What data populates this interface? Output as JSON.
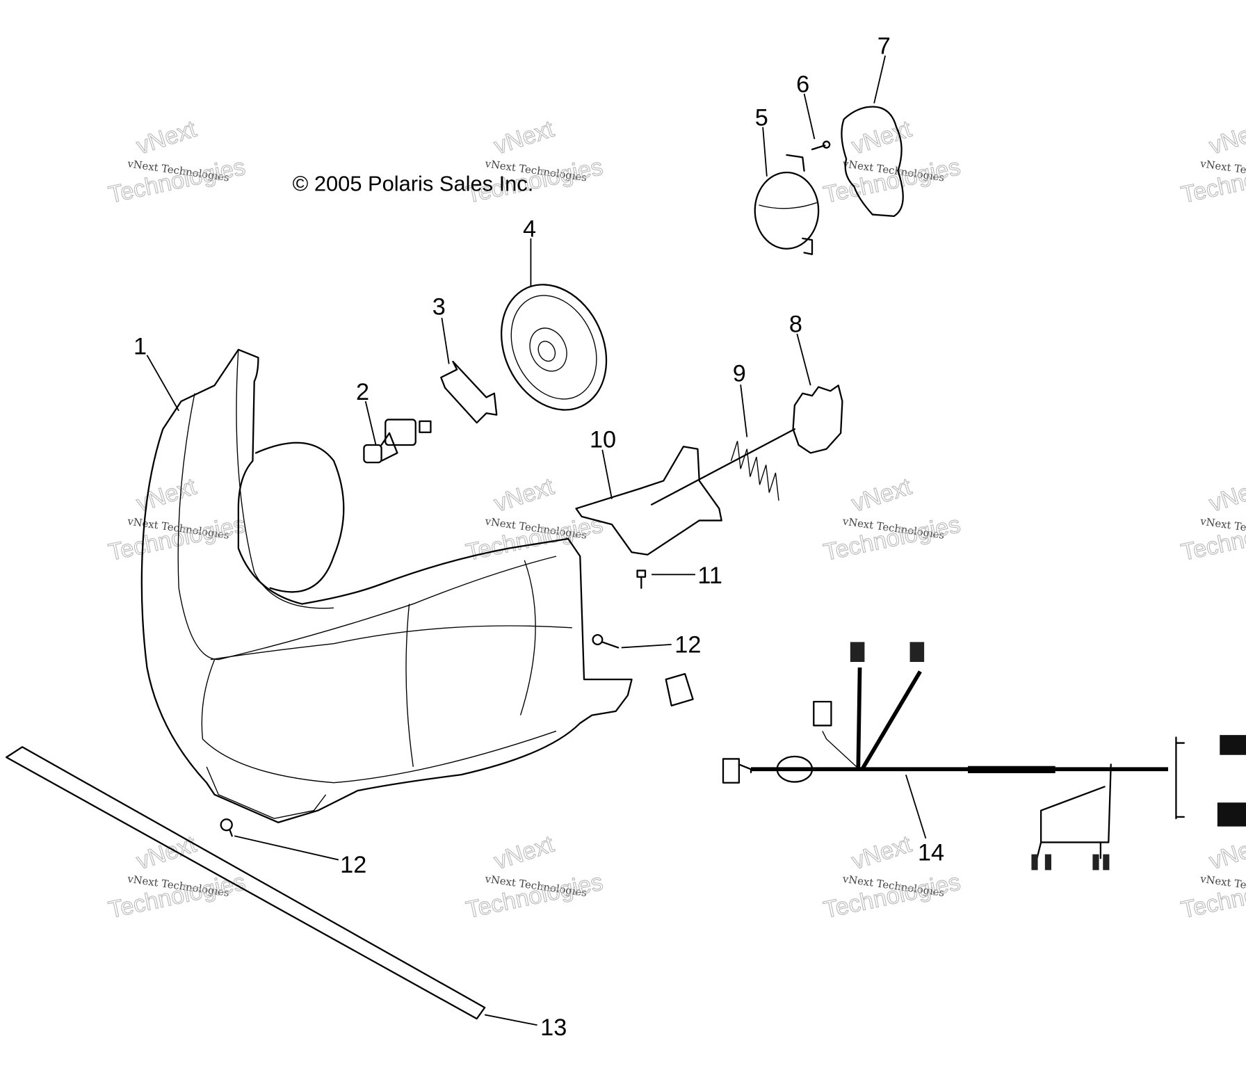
{
  "copyright": "© 2005 Polaris Sales Inc.",
  "watermark": {
    "line1": "vNext Technologies",
    "big1": "vNext",
    "big2": "Technologies"
  },
  "callouts": {
    "c1": "1",
    "c2": "2",
    "c3": "3",
    "c4": "4",
    "c5": "5",
    "c6": "6",
    "c7": "7",
    "c8": "8",
    "c9": "9",
    "c10": "10",
    "c11": "11",
    "c12a": "12",
    "c12b": "12",
    "c13": "13",
    "c14": "14"
  }
}
